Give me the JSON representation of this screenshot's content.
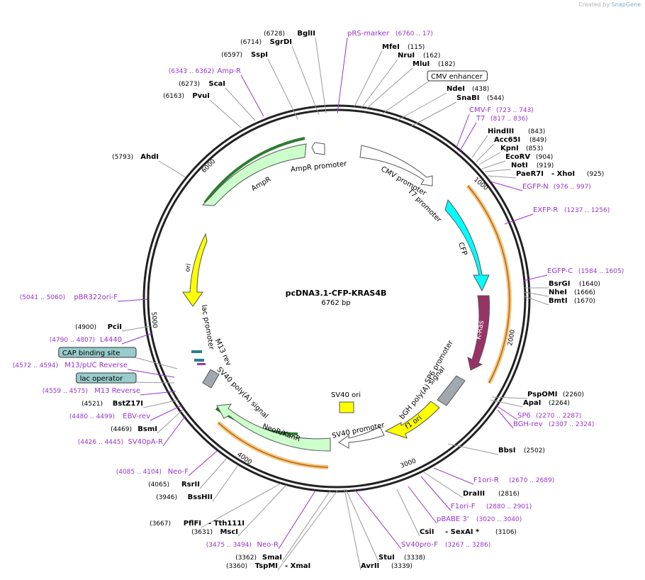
{
  "credit": {
    "prefix": "Created by",
    "brand": "SnapGene"
  },
  "map": {
    "name": "pcDNA3.1-CFP-KRAS4B",
    "length": "6762 bp"
  },
  "colors": {
    "enzyme": "#000000",
    "primer": "#9933cc",
    "line": "#999999",
    "backbone": "#222222",
    "ampr": "#ccffcc",
    "ori": "#ffff00",
    "cfp": "#00ffff",
    "kras": "#993366",
    "neo": "#ccffcc",
    "promoter": "#ffffff",
    "polyA": "#a0a8b0",
    "f1ori": "#ffff00",
    "orange": "#f5a623",
    "capbox": "#99cccc"
  },
  "ticks": [
    "1000",
    "2000",
    "3000",
    "4000",
    "5000",
    "6000"
  ],
  "features": {
    "cmv_promoter": "CMV promoter",
    "t7_promoter": "T7 promoter",
    "cfp": "CFP",
    "kras": "K-Ras",
    "sp6_promoter": "SP6 promoter",
    "bgh": "bGH poly(A) signal",
    "f1ori": "f1 ori",
    "sv40_promoter": "SV40 promoter",
    "sv40_ori": "SV40 ori",
    "neo": "NeoR/KanR",
    "sv40pa": "SV40 poly(A) signal",
    "lac_promoter": "lac promoter",
    "m13rev": "M13 rev",
    "ori": "ori",
    "ampr": "AmpR",
    "ampr_promoter": "AmpR promoter"
  },
  "right_labels": [
    {
      "name": "pRS-marker",
      "pos": "(6760 .. 17)",
      "kind": "primer"
    },
    {
      "name": "MfeI",
      "pos": "(115)",
      "kind": "enzyme"
    },
    {
      "name": "NruI",
      "pos": "(162)",
      "kind": "enzyme"
    },
    {
      "name": "MluI",
      "pos": "(182)",
      "kind": "enzyme"
    },
    {
      "name": "CMV enhancer",
      "pos": "",
      "kind": "box"
    },
    {
      "name": "NdeI",
      "pos": "(438)",
      "kind": "enzyme"
    },
    {
      "name": "SnaBI",
      "pos": "(544)",
      "kind": "enzyme"
    },
    {
      "name": "CMV-F",
      "pos": "(723 .. 743)",
      "kind": "primer"
    },
    {
      "name": "T7",
      "pos": "(817 .. 836)",
      "kind": "primer"
    },
    {
      "name": "HindIII",
      "pos": "(843)",
      "kind": "enzyme"
    },
    {
      "name": "Acc65I",
      "pos": "(849)",
      "kind": "enzyme"
    },
    {
      "name": "KpnI",
      "pos": "(853)",
      "kind": "enzyme"
    },
    {
      "name": "EcoRV",
      "pos": "(904)",
      "kind": "enzyme"
    },
    {
      "name": "NotI",
      "pos": "(919)",
      "kind": "enzyme"
    },
    {
      "name": "PaeR7I",
      "pos": "(925)",
      "kind": "enzyme2",
      "extra": "- XhoI"
    },
    {
      "name": "EGFP-N",
      "pos": "(976 .. 997)",
      "kind": "primer"
    },
    {
      "name": "EXFP-R",
      "pos": "(1237 .. 1256)",
      "kind": "primer"
    },
    {
      "name": "EGFP-C",
      "pos": "(1584 .. 1605)",
      "kind": "primer"
    },
    {
      "name": "BsrGI",
      "pos": "(1640)",
      "kind": "enzyme"
    },
    {
      "name": "NheI",
      "pos": "(1666)",
      "kind": "enzyme"
    },
    {
      "name": "BmtI",
      "pos": "(1670)",
      "kind": "enzyme"
    },
    {
      "name": "PspOMI",
      "pos": "(2260)",
      "kind": "enzyme"
    },
    {
      "name": "ApaI",
      "pos": "(2264)",
      "kind": "enzyme"
    },
    {
      "name": "SP6",
      "pos": "(2270 .. 2287)",
      "kind": "primer"
    },
    {
      "name": "BGH-rev",
      "pos": "(2307 .. 2324)",
      "kind": "primer"
    },
    {
      "name": "BbsI",
      "pos": "(2502)",
      "kind": "enzyme"
    },
    {
      "name": "F1ori-R",
      "pos": "(2670 .. 2689)",
      "kind": "primer"
    },
    {
      "name": "DraIII",
      "pos": "(2816)",
      "kind": "enzyme"
    },
    {
      "name": "F1ori-F",
      "pos": "(2880 .. 2901)",
      "kind": "primer"
    },
    {
      "name": "pBABE 3'",
      "pos": "(3020 .. 3040)",
      "kind": "primer"
    },
    {
      "name": "CsiI",
      "pos": "(3106)",
      "kind": "enzyme2",
      "extra": "- SexAI *"
    },
    {
      "name": "SV40pro-F",
      "pos": "(3267 .. 3286)",
      "kind": "primer"
    },
    {
      "name": "StuI",
      "pos": "(3338)",
      "kind": "enzyme"
    },
    {
      "name": "AvrII",
      "pos": "(3339)",
      "kind": "enzyme"
    }
  ],
  "left_labels": [
    {
      "name": "BglII",
      "pos": "(6728)",
      "kind": "enzyme"
    },
    {
      "name": "SgrDI",
      "pos": "(6714)",
      "kind": "enzyme"
    },
    {
      "name": "SspI",
      "pos": "(6597)",
      "kind": "enzyme"
    },
    {
      "name": "Amp-R",
      "pos": "(6343 .. 6362)",
      "kind": "primer"
    },
    {
      "name": "ScaI",
      "pos": "(6273)",
      "kind": "enzyme"
    },
    {
      "name": "PvuI",
      "pos": "(6163)",
      "kind": "enzyme"
    },
    {
      "name": "AhdI",
      "pos": "(5793)",
      "kind": "enzyme"
    },
    {
      "name": "pBR322ori-F",
      "pos": "(5041 .. 5060)",
      "kind": "primer"
    },
    {
      "name": "PciI",
      "pos": "(4900)",
      "kind": "enzyme"
    },
    {
      "name": "L4440",
      "pos": "(4790 .. 4807)",
      "kind": "primer"
    },
    {
      "name": "CAP binding site",
      "pos": "",
      "kind": "cap"
    },
    {
      "name": "M13/pUC Reverse",
      "pos": "(4572 .. 4594)",
      "kind": "primer"
    },
    {
      "name": "lac operator",
      "pos": "",
      "kind": "cap"
    },
    {
      "name": "M13 Reverse",
      "pos": "(4559 .. 4575)",
      "kind": "primer"
    },
    {
      "name": "BstZ17I",
      "pos": "(4521)",
      "kind": "enzyme"
    },
    {
      "name": "EBV-rev",
      "pos": "(4480 .. 4499)",
      "kind": "primer"
    },
    {
      "name": "BsmI",
      "pos": "(4469)",
      "kind": "enzyme"
    },
    {
      "name": "SV40pA-R",
      "pos": "(4426 .. 4445)",
      "kind": "primer"
    },
    {
      "name": "Neo-F",
      "pos": "(4085 .. 4104)",
      "kind": "primer"
    },
    {
      "name": "RsrII",
      "pos": "(4065)",
      "kind": "enzyme"
    },
    {
      "name": "BssHII",
      "pos": "(3946)",
      "kind": "enzyme"
    },
    {
      "name": "PflFI",
      "pos": "(3667)",
      "kind": "enzyme2",
      "extra": "- Tth111I"
    },
    {
      "name": "MscI",
      "pos": "(3631)",
      "kind": "enzyme"
    },
    {
      "name": "Neo-R",
      "pos": "(3475 .. 3494)",
      "kind": "primer"
    },
    {
      "name": "SmaI",
      "pos": "(3362)",
      "kind": "enzyme"
    },
    {
      "name": "TspMI",
      "pos": "(3360)",
      "kind": "enzyme2",
      "extra": "- XmaI"
    }
  ]
}
